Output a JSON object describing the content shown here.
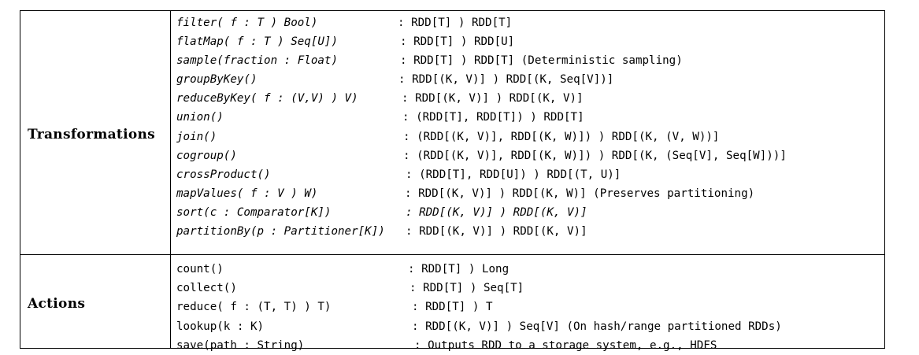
{
  "categories": {
    "transformations": "Transformations",
    "actions": "Actions"
  },
  "transformations": [
    {
      "sig": "filter( f : T ) Bool)",
      "type": ": RDD[T] ) RDD[T]",
      "sig_italic": true,
      "type_italic": false
    },
    {
      "sig": "flatMap( f : T ) Seq[U])",
      "type": ": RDD[T] ) RDD[U]",
      "sig_italic": true,
      "type_italic": false
    },
    {
      "sig": "sample(fraction : Float)",
      "type": ": RDD[T] ) RDD[T] (Deterministic sampling)",
      "sig_italic": true,
      "type_italic": false
    },
    {
      "sig": "groupByKey()",
      "type": ": RDD[(K, V)] ) RDD[(K, Seq[V])]",
      "sig_italic": true,
      "type_italic": false
    },
    {
      "sig": "reduceByKey( f : (V,V) ) V)",
      "type": ": RDD[(K, V)] ) RDD[(K, V)]",
      "sig_italic": true,
      "type_italic": false
    },
    {
      "sig": "union()",
      "type": ": (RDD[T], RDD[T]) ) RDD[T]",
      "sig_italic": true,
      "type_italic": false
    },
    {
      "sig": "join()",
      "type": ": (RDD[(K, V)], RDD[(K, W)]) ) RDD[(K, (V, W))]",
      "sig_italic": true,
      "type_italic": false
    },
    {
      "sig": "cogroup()",
      "type": ": (RDD[(K, V)], RDD[(K, W)]) ) RDD[(K, (Seq[V], Seq[W]))]",
      "sig_italic": true,
      "type_italic": false
    },
    {
      "sig": "crossProduct()",
      "type": ": (RDD[T], RDD[U]) ) RDD[(T, U)]",
      "sig_italic": true,
      "type_italic": false
    },
    {
      "sig": "mapValues( f : V ) W)",
      "type": ": RDD[(K, V)] ) RDD[(K, W)] (Preserves partitioning)",
      "sig_italic": true,
      "type_italic": false
    },
    {
      "sig": "sort(c : Comparator[K])",
      "type": ": RDD[(K, V)] ) RDD[(K, V)]",
      "sig_italic": true,
      "type_italic": true
    },
    {
      "sig": "partitionBy(p : Partitioner[K])",
      "type": ": RDD[(K, V)] ) RDD[(K, V)]",
      "sig_italic": true,
      "type_italic": false
    }
  ],
  "actions": [
    {
      "sig": "count()",
      "type": ": RDD[T] ) Long"
    },
    {
      "sig": "collect()",
      "type": ": RDD[T] ) Seq[T]"
    },
    {
      "sig": "reduce( f : (T, T) ) T)",
      "type": ": RDD[T] ) T"
    },
    {
      "sig": "lookup(k : K)",
      "type": ": RDD[(K, V)] ) Seq[V] (On hash/range partitioned RDDs)"
    },
    {
      "sig": "save(path : String)",
      "type": ": Outputs RDD to a storage system, e.g., HDFS"
    }
  ]
}
